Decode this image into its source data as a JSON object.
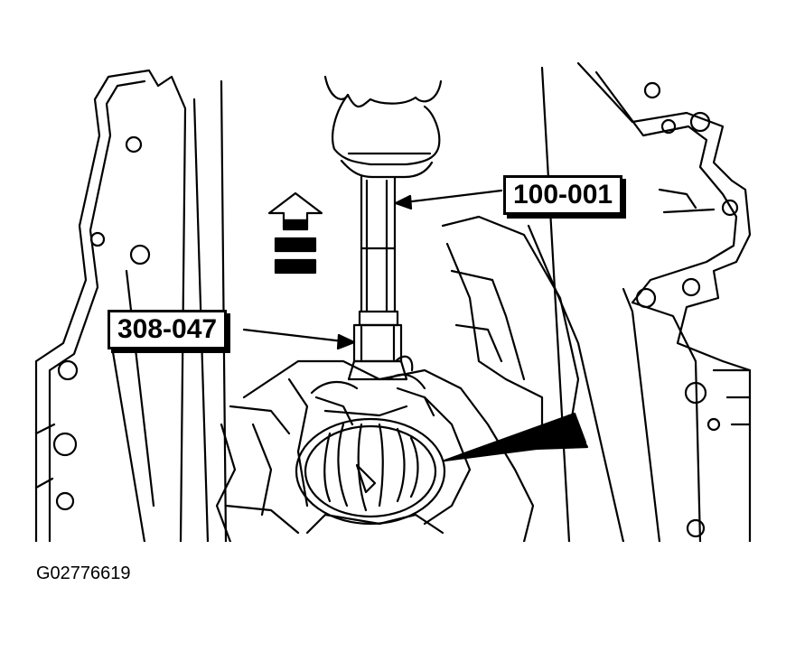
{
  "callouts": {
    "upper_tool": "100-001",
    "lower_tool": "308-047"
  },
  "figure_id": "G02776619",
  "colors": {
    "line": "#000000",
    "background": "#ffffff"
  }
}
